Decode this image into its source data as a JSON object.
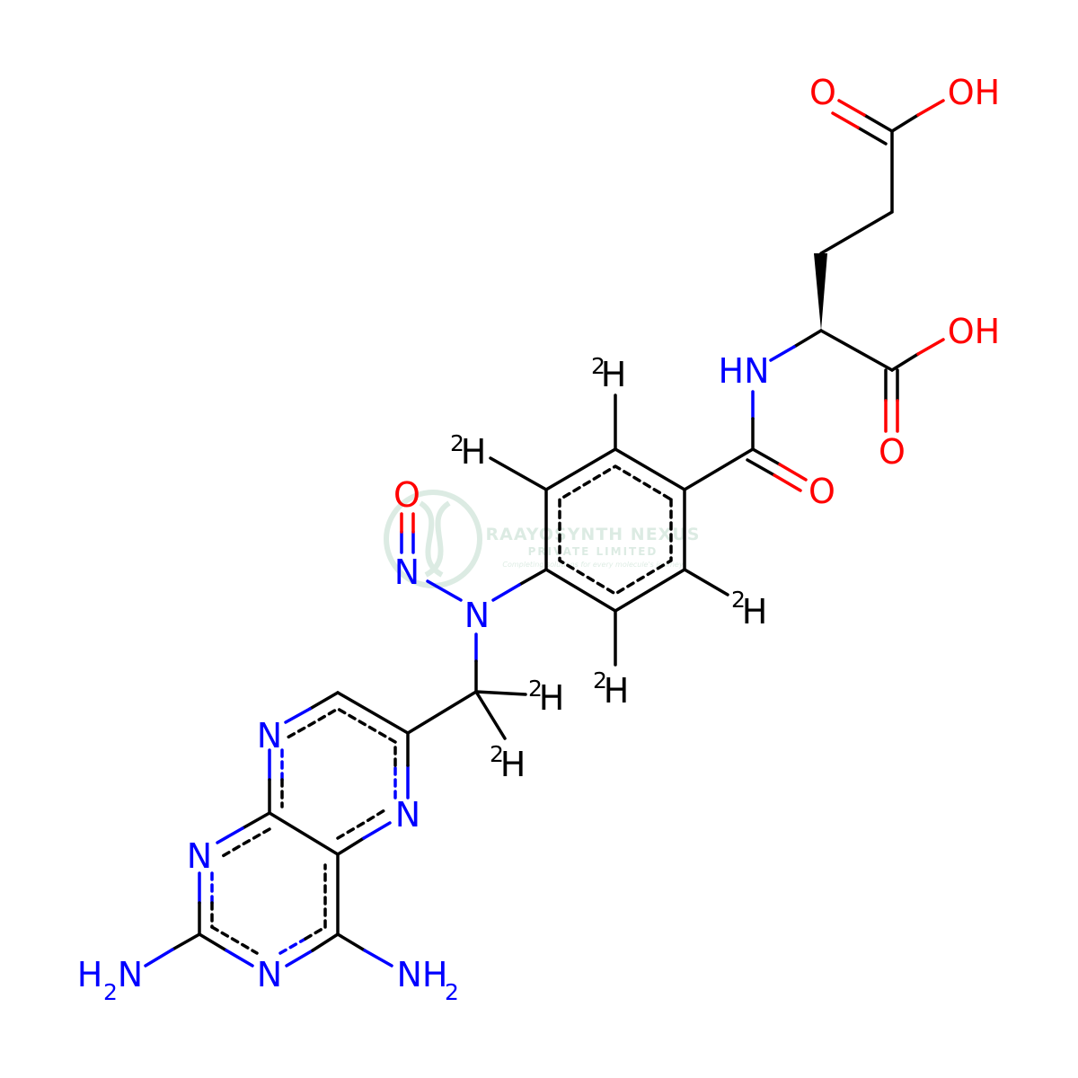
{
  "colors": {
    "carbon": "#000000",
    "nitrogen": "#0000ff",
    "oxygen": "#ff0000",
    "watermark": "#2e8b57"
  },
  "atoms": {
    "o_acid_top": "O",
    "oh_acid_top": "OH",
    "oh_acid_alpha": "OH",
    "o_acid_alpha": "O",
    "nh_amide": "HN",
    "o_amide": "O",
    "d_ring_top": "H",
    "d_ring_left": "H",
    "d_ring_right": "H",
    "d_ring_bottom": "H",
    "o_nitroso": "O",
    "n_nitroso": "N",
    "n_amine": "N",
    "d_ch2_a": "H",
    "d_ch2_b": "H",
    "n_pt_top": "N",
    "n_pt_right": "N",
    "n_pt_left": "N",
    "n_pt_bottom": "N",
    "nh2_left": "H",
    "nh2_left_n": "N",
    "nh2_right": "NH"
  },
  "isotope_mass": "2",
  "amine_subscript": "2",
  "watermark": {
    "title": "RAAYOSYNTH NEXUS",
    "subtitle": "PRIVATE LIMITED",
    "tagline": "Completing solutions for every molecule's journey"
  }
}
